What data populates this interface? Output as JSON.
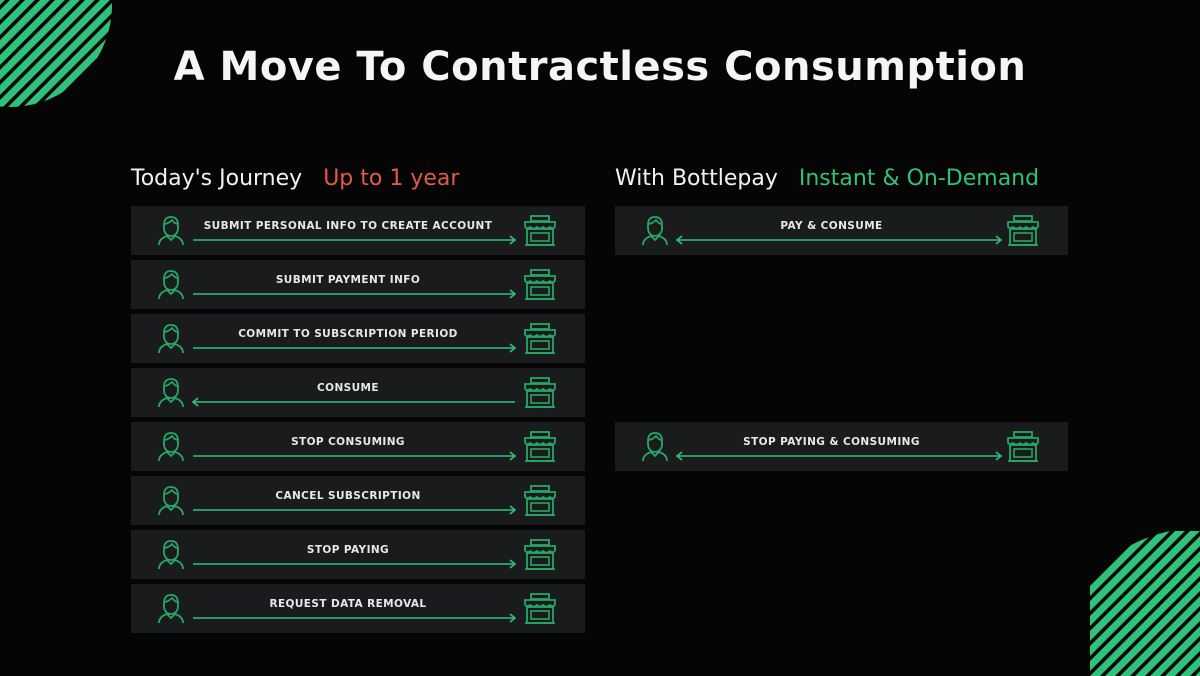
{
  "title": "A Move To Contractless Consumption",
  "today": {
    "label": "Today's Journey",
    "duration": "Up to 1 year",
    "steps": [
      {
        "label": "SUBMIT PERSONAL INFO TO CREATE ACCOUNT",
        "direction": "to-merchant"
      },
      {
        "label": "SUBMIT PAYMENT INFO",
        "direction": "to-merchant"
      },
      {
        "label": "COMMIT TO SUBSCRIPTION PERIOD",
        "direction": "to-merchant"
      },
      {
        "label": "CONSUME",
        "direction": "to-user"
      },
      {
        "label": "STOP CONSUMING",
        "direction": "to-merchant"
      },
      {
        "label": "CANCEL SUBSCRIPTION",
        "direction": "to-merchant"
      },
      {
        "label": "STOP PAYING",
        "direction": "to-merchant"
      },
      {
        "label": "REQUEST DATA REMOVAL",
        "direction": "to-merchant"
      }
    ]
  },
  "bottlepay": {
    "label": "With Bottlepay",
    "duration": "Instant & On-Demand",
    "steps": [
      {
        "label": "PAY & CONSUME",
        "direction": "both"
      },
      {
        "label": "STOP PAYING & CONSUMING",
        "direction": "both"
      }
    ]
  },
  "colors": {
    "accent_green": "#2fc27a",
    "accent_red": "#e05a4a",
    "icon_green": "#27a765",
    "row_bg": "#1a1b1c",
    "background": "#050505"
  },
  "icons": {
    "user": "person-icon",
    "merchant": "storefront-icon",
    "flow": "arrow-icon"
  }
}
